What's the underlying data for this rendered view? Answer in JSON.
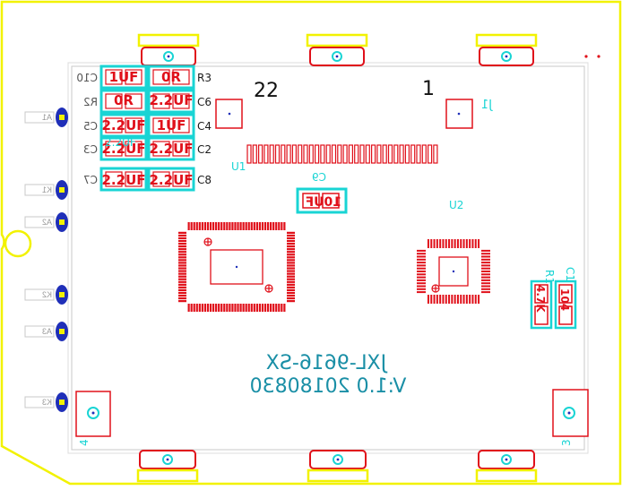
{
  "colors": {
    "outline": "#f2f200",
    "copper": "#e0101a",
    "silk": "#19d4d4",
    "silk_text": "#1a8fa6",
    "pad_blue": "#1f2fb8",
    "text": "#111111",
    "inner": "#c8c8c8"
  },
  "top_labels": {
    "pin22": "22",
    "pin1": "1"
  },
  "board_text": {
    "model": "JXL-9616-SX",
    "version": "V:1.0   20180830"
  },
  "chips": {
    "u1": "U1",
    "u2": "U2",
    "c9": "C9",
    "c9_val": "10UF",
    "j1": "J1"
  },
  "cap_grid": [
    {
      "ref": "C10",
      "val": "1UF"
    },
    {
      "ref": "R3",
      "val": "0R"
    },
    {
      "ref": "R2",
      "val": "0R"
    },
    {
      "ref": "C6",
      "val": "2.2UF"
    },
    {
      "ref": "C5",
      "val": "2.2UF"
    },
    {
      "ref": "C4",
      "val": "1UF"
    },
    {
      "ref": "C3",
      "val": "2.2UF"
    },
    {
      "ref": "C2",
      "val": "2.2UF"
    },
    {
      "ref": "C7",
      "val": "2.2UF"
    },
    {
      "ref": "C8",
      "val": "2.2UF"
    }
  ],
  "extra_silk": {
    "c3_overlap": "2.2UF"
  },
  "right_parts": {
    "r1": "R1",
    "c1": "C1",
    "r1_val": "4.7K",
    "c1_val": "104"
  },
  "side_labels": [
    "A1",
    "K1",
    "A2",
    "K2",
    "A3",
    "K3"
  ],
  "mount_labels": {
    "h4": "4",
    "h3": "3"
  }
}
